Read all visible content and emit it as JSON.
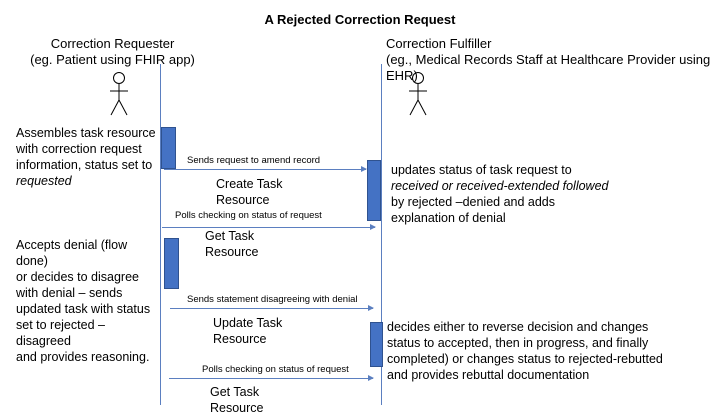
{
  "title": "A Rejected Correction Request",
  "requester": {
    "name": "Correction Requester",
    "desc": "(eg. Patient using FHIR app)"
  },
  "fulfiller": {
    "name": "Correction Fulfiller",
    "desc": "(eg., Medical Records Staff at Healthcare Provider using EHR)"
  },
  "notes": {
    "requester_1": [
      "Assembles task resource",
      "with correction request",
      "information, status set to",
      "requested"
    ],
    "requester_2": [
      "Accepts denial (flow done)",
      "or decides to disagree",
      "with denial – sends",
      "updated task with status",
      "set to rejected – disagreed",
      "and provides reasoning."
    ],
    "fulfiller_1": [
      "updates status of task request to",
      "received or received-extended followed",
      "by rejected –denied and adds",
      "explanation of denial"
    ],
    "fulfiller_2": [
      "decides either to reverse decision and changes",
      "status to accepted, then in progress, and finally",
      "completed) or changes status to rejected-rebutted",
      "and provides rebuttal documentation"
    ]
  },
  "messages": [
    "Sends request to amend record",
    "Polls checking on status of request",
    "Sends statement disagreeing with denial",
    "Polls checking on status of request"
  ],
  "operations": [
    [
      "Create Task",
      "Resource"
    ],
    [
      "Get Task",
      "Resource"
    ],
    [
      "Update Task",
      "Resource"
    ],
    [
      "Get Task",
      "Resource"
    ]
  ],
  "colors": {
    "lifeline": "#5b7fc0",
    "activation": "#4472c4"
  }
}
